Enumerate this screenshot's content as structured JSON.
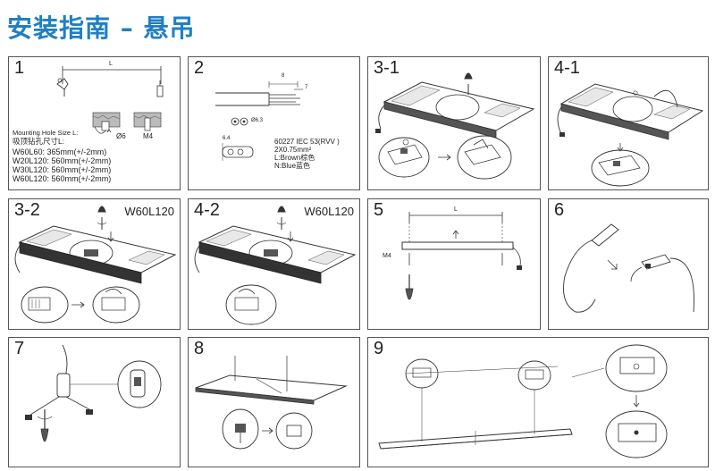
{
  "page": {
    "title": "安装指南 – 悬吊"
  },
  "steps": [
    {
      "number": "1",
      "dimension_label": "L",
      "mounting_title": "Mounting Hole Size L:",
      "mounting_title_cn": "吸顶钻孔尺寸L:",
      "sizes": [
        "W60L60: 365mm(+/-2mm)",
        "W20L120: 560mm(+/-2mm)",
        "W30L120: 560mm(+/-2mm)",
        "W60L120: 560mm(+/-2mm)"
      ],
      "drill_label": "Ø6",
      "screw_label": "M4"
    },
    {
      "number": "2",
      "dim_8": "8",
      "dim_7": "7",
      "dim_63": "Ø6.3",
      "dim_64": "6.4",
      "cable_spec": "60227 IEC 53(RVV )",
      "cable_size": "2X0.75mm²",
      "wire_brown": "L:Brown棕色",
      "wire_blue": "N:Blue蓝色"
    },
    {
      "number": "3-1"
    },
    {
      "number": "4-1"
    },
    {
      "number": "3-2",
      "model": "W60L120"
    },
    {
      "number": "4-2",
      "model": "W60L120"
    },
    {
      "number": "5",
      "dimension_label": "L",
      "screw_label": "M4"
    },
    {
      "number": "6"
    },
    {
      "number": "7"
    },
    {
      "number": "8"
    },
    {
      "number": "9"
    }
  ]
}
